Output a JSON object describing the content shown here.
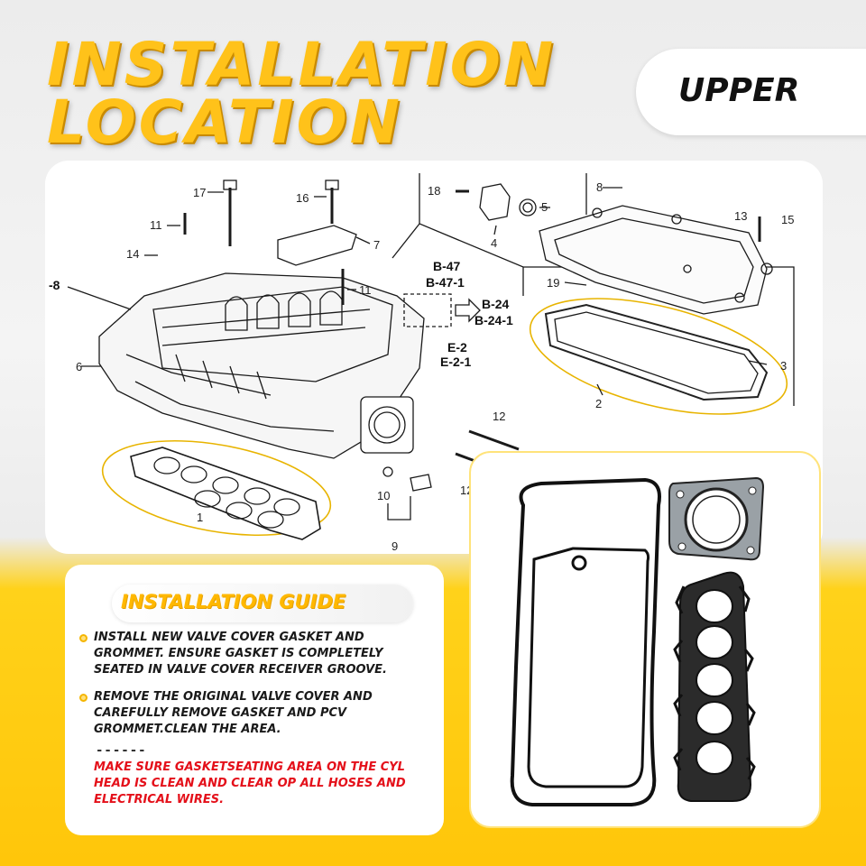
{
  "header": {
    "title_line1": "INSTALLATION",
    "title_line2": "LOCATION",
    "position_tag": "UPPER"
  },
  "diagram": {
    "callouts": [
      "17",
      "16",
      "11",
      "7",
      "14",
      "11",
      "8",
      "6",
      "18",
      "8",
      "5",
      "4",
      "13",
      "15",
      "19",
      "3",
      "2",
      "12",
      "12",
      "10",
      "9",
      "1"
    ],
    "refs": [
      "B-47",
      "B-47-1",
      "B-24",
      "B-24-1",
      "E-2",
      "E-2-1"
    ],
    "edge_label": "-8"
  },
  "guide": {
    "title": "INSTALLATION GUIDE",
    "steps": [
      "INSTALL NEW VALVE COVER GASKET AND GROMMET. ENSURE GASKET IS COMPLETELY SEATED IN VALVE COVER RECEIVER GROOVE.",
      "REMOVE THE ORIGINAL VALVE COVER AND CAREFULLY REMOVE GASKET AND PCV GROMMET.CLEAN THE AREA."
    ],
    "separator": "------",
    "warning": "MAKE SURE GASKETSEATING AREA ON THE CYL HEAD IS CLEAN AND CLEAR OP ALL HOSES AND ELECTRICAL WIRES."
  },
  "colors": {
    "accent_yellow": "#ffc21a",
    "warning_red": "#e4101a",
    "highlight_outline": "#e8b400"
  }
}
